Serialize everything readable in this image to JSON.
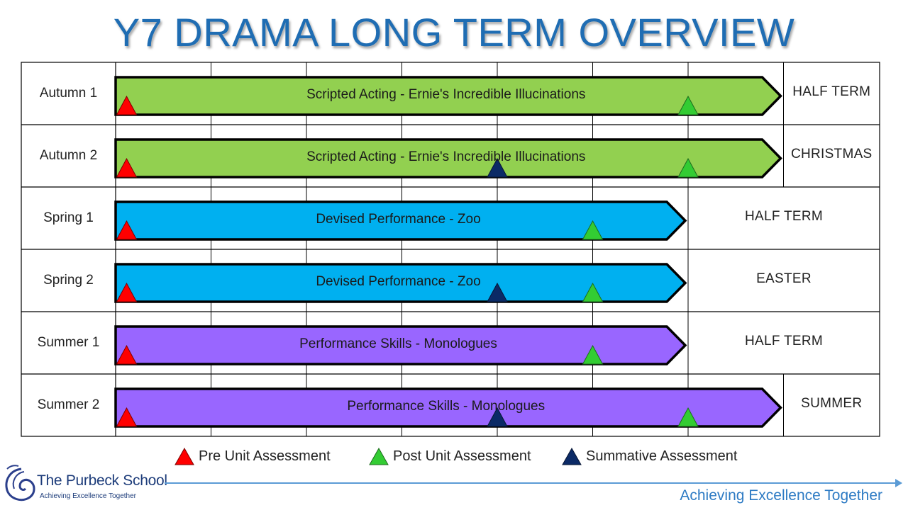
{
  "title": "Y7 DRAMA LONG TERM OVERVIEW",
  "colors": {
    "title": "#1f6db3",
    "green_bar": "#92d050",
    "blue_bar": "#00b0f0",
    "purple_bar": "#9966ff",
    "pre_triangle": "#ff0000",
    "post_triangle": "#33cc33",
    "summative_triangle": "#0b2a66",
    "grid": "#000000",
    "motto": "#2e7bc4"
  },
  "rows": [
    {
      "term": "Autumn 1",
      "unit": "Scripted Acting  - Ernie's Incredible Illucinations",
      "holiday": "HALF TERM",
      "bar_color": "green",
      "weeks": 7,
      "markers": [
        {
          "type": "pre",
          "week": 0.1
        },
        {
          "type": "post",
          "week": 6.0
        }
      ]
    },
    {
      "term": "Autumn 2",
      "unit": "Scripted Acting  - Ernie's Incredible Illucinations",
      "holiday": "CHRISTMAS",
      "bar_color": "green",
      "weeks": 7,
      "markers": [
        {
          "type": "pre",
          "week": 0.1
        },
        {
          "type": "summative",
          "week": 4.0
        },
        {
          "type": "post",
          "week": 6.0
        }
      ]
    },
    {
      "term": "Spring 1",
      "unit": "Devised Performance  - Zoo",
      "holiday": "HALF TERM",
      "bar_color": "blue",
      "weeks": 6,
      "markers": [
        {
          "type": "pre",
          "week": 0.1
        },
        {
          "type": "post",
          "week": 5.0
        }
      ]
    },
    {
      "term": "Spring 2",
      "unit": "Devised Performance  - Zoo",
      "holiday": "EASTER",
      "bar_color": "blue",
      "weeks": 6,
      "markers": [
        {
          "type": "pre",
          "week": 0.1
        },
        {
          "type": "summative",
          "week": 4.0
        },
        {
          "type": "post",
          "week": 5.0
        }
      ]
    },
    {
      "term": "Summer 1",
      "unit": "Performance Skills - Monologues",
      "holiday": "HALF TERM",
      "bar_color": "purple",
      "weeks": 6,
      "markers": [
        {
          "type": "pre",
          "week": 0.1
        },
        {
          "type": "post",
          "week": 5.0
        }
      ]
    },
    {
      "term": "Summer 2",
      "unit": "Performance Skills - Monologues",
      "holiday": "SUMMER",
      "bar_color": "purple",
      "weeks": 7,
      "markers": [
        {
          "type": "pre",
          "week": 0.1
        },
        {
          "type": "summative",
          "week": 4.0
        },
        {
          "type": "post",
          "week": 6.0
        }
      ]
    }
  ],
  "legend": {
    "pre": "Pre Unit Assessment",
    "post": "Post Unit Assessment",
    "summative": "Summative Assessment"
  },
  "footer": {
    "school_name": "The Purbeck School",
    "school_tagline": "Achieving Excellence Together",
    "motto": "Achieving Excellence Together"
  }
}
